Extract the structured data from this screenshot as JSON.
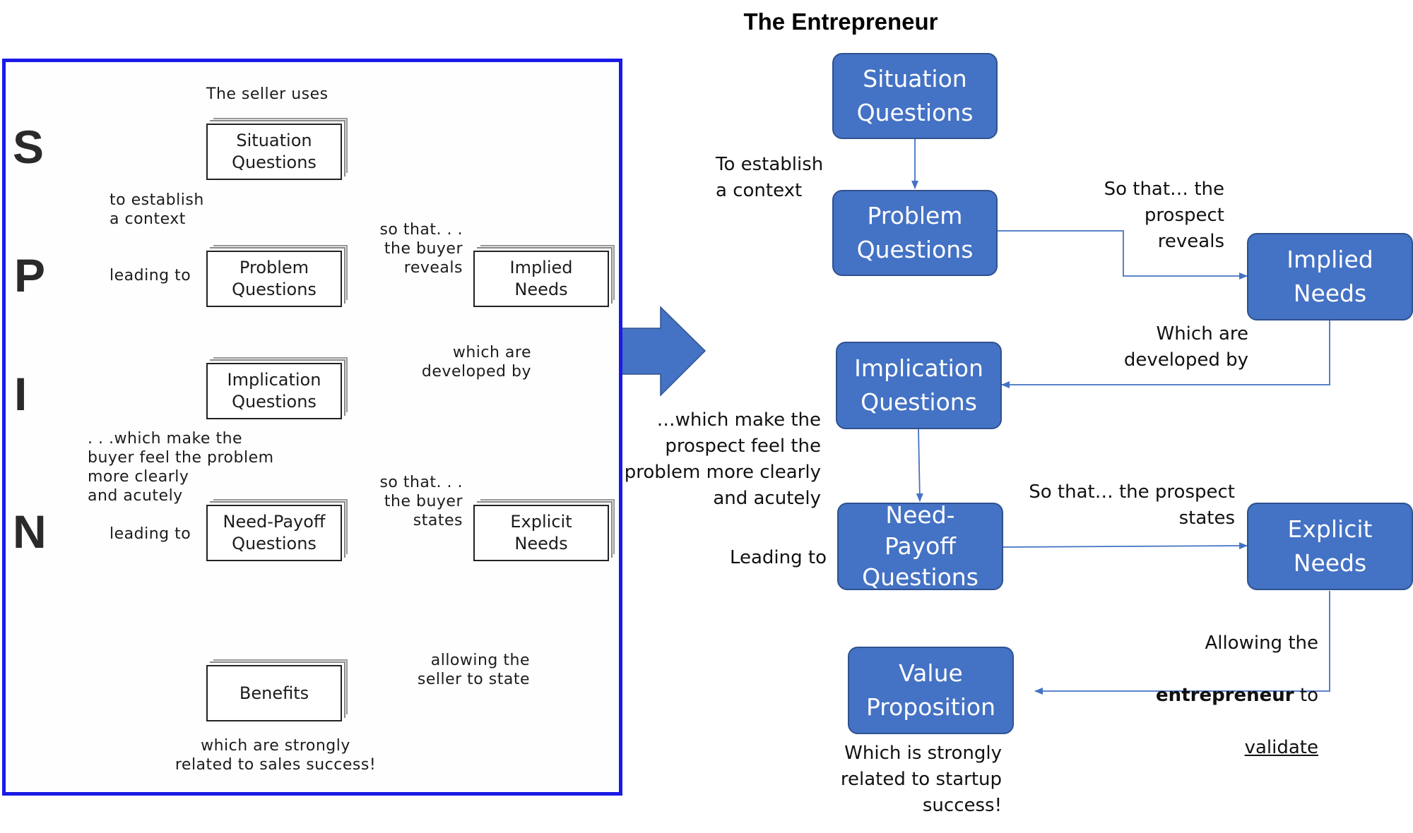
{
  "title": "The Entrepreneur",
  "spin": {
    "letters": [
      "S",
      "P",
      "I",
      "N"
    ],
    "header": "The seller uses",
    "boxes": {
      "situation": "Situation\nQuestions",
      "problem": "Problem\nQuestions",
      "implied": "Implied\nNeeds",
      "implication": "Implication\nQuestions",
      "need_payoff": "Need-Payoff\nQuestions",
      "explicit": "Explicit\nNeeds",
      "benefits": "Benefits"
    },
    "labels": {
      "establish": "to establish\na context",
      "leading_to_p": "leading to",
      "reveals": "so that. . .\nthe buyer\nreveals",
      "developed": "which are\ndeveloped by",
      "feel": ". . .which make the\nbuyer feel the problem\nmore clearly\nand acutely",
      "leading_to_n": "leading to",
      "states": "so that. . .\nthe buyer\nstates",
      "allowing": "allowing the\nseller to state",
      "success": "which are strongly\nrelated to sales success!"
    }
  },
  "entrepreneur": {
    "nodes": {
      "situation": "Situation\nQuestions",
      "problem": "Problem\nQuestions",
      "implied": "Implied\nNeeds",
      "implication": "Implication\nQuestions",
      "need_payoff": "Need-\nPayoff\nQuestions",
      "explicit": "Explicit\nNeeds",
      "value": "Value\nProposition"
    },
    "labels": {
      "establish": "To establish\na context",
      "reveals": "So that… the\nprospect\nreveals",
      "developed": "Which are\ndeveloped by",
      "feel": "…which make the\nprospect feel the\nproblem more clearly\nand acutely",
      "leading_to": "Leading to",
      "states": "So that… the prospect\nstates",
      "allowing_1": "Allowing the",
      "allowing_bold": "entrepreneur",
      "allowing_2": " to",
      "allowing_underline": "validate",
      "success": "Which is strongly\nrelated to startup\nsuccess!"
    }
  },
  "colors": {
    "node_fill": "#4472c4",
    "node_border": "#2f528f",
    "frame": "#1a1ae6",
    "connector": "#4472c4"
  }
}
